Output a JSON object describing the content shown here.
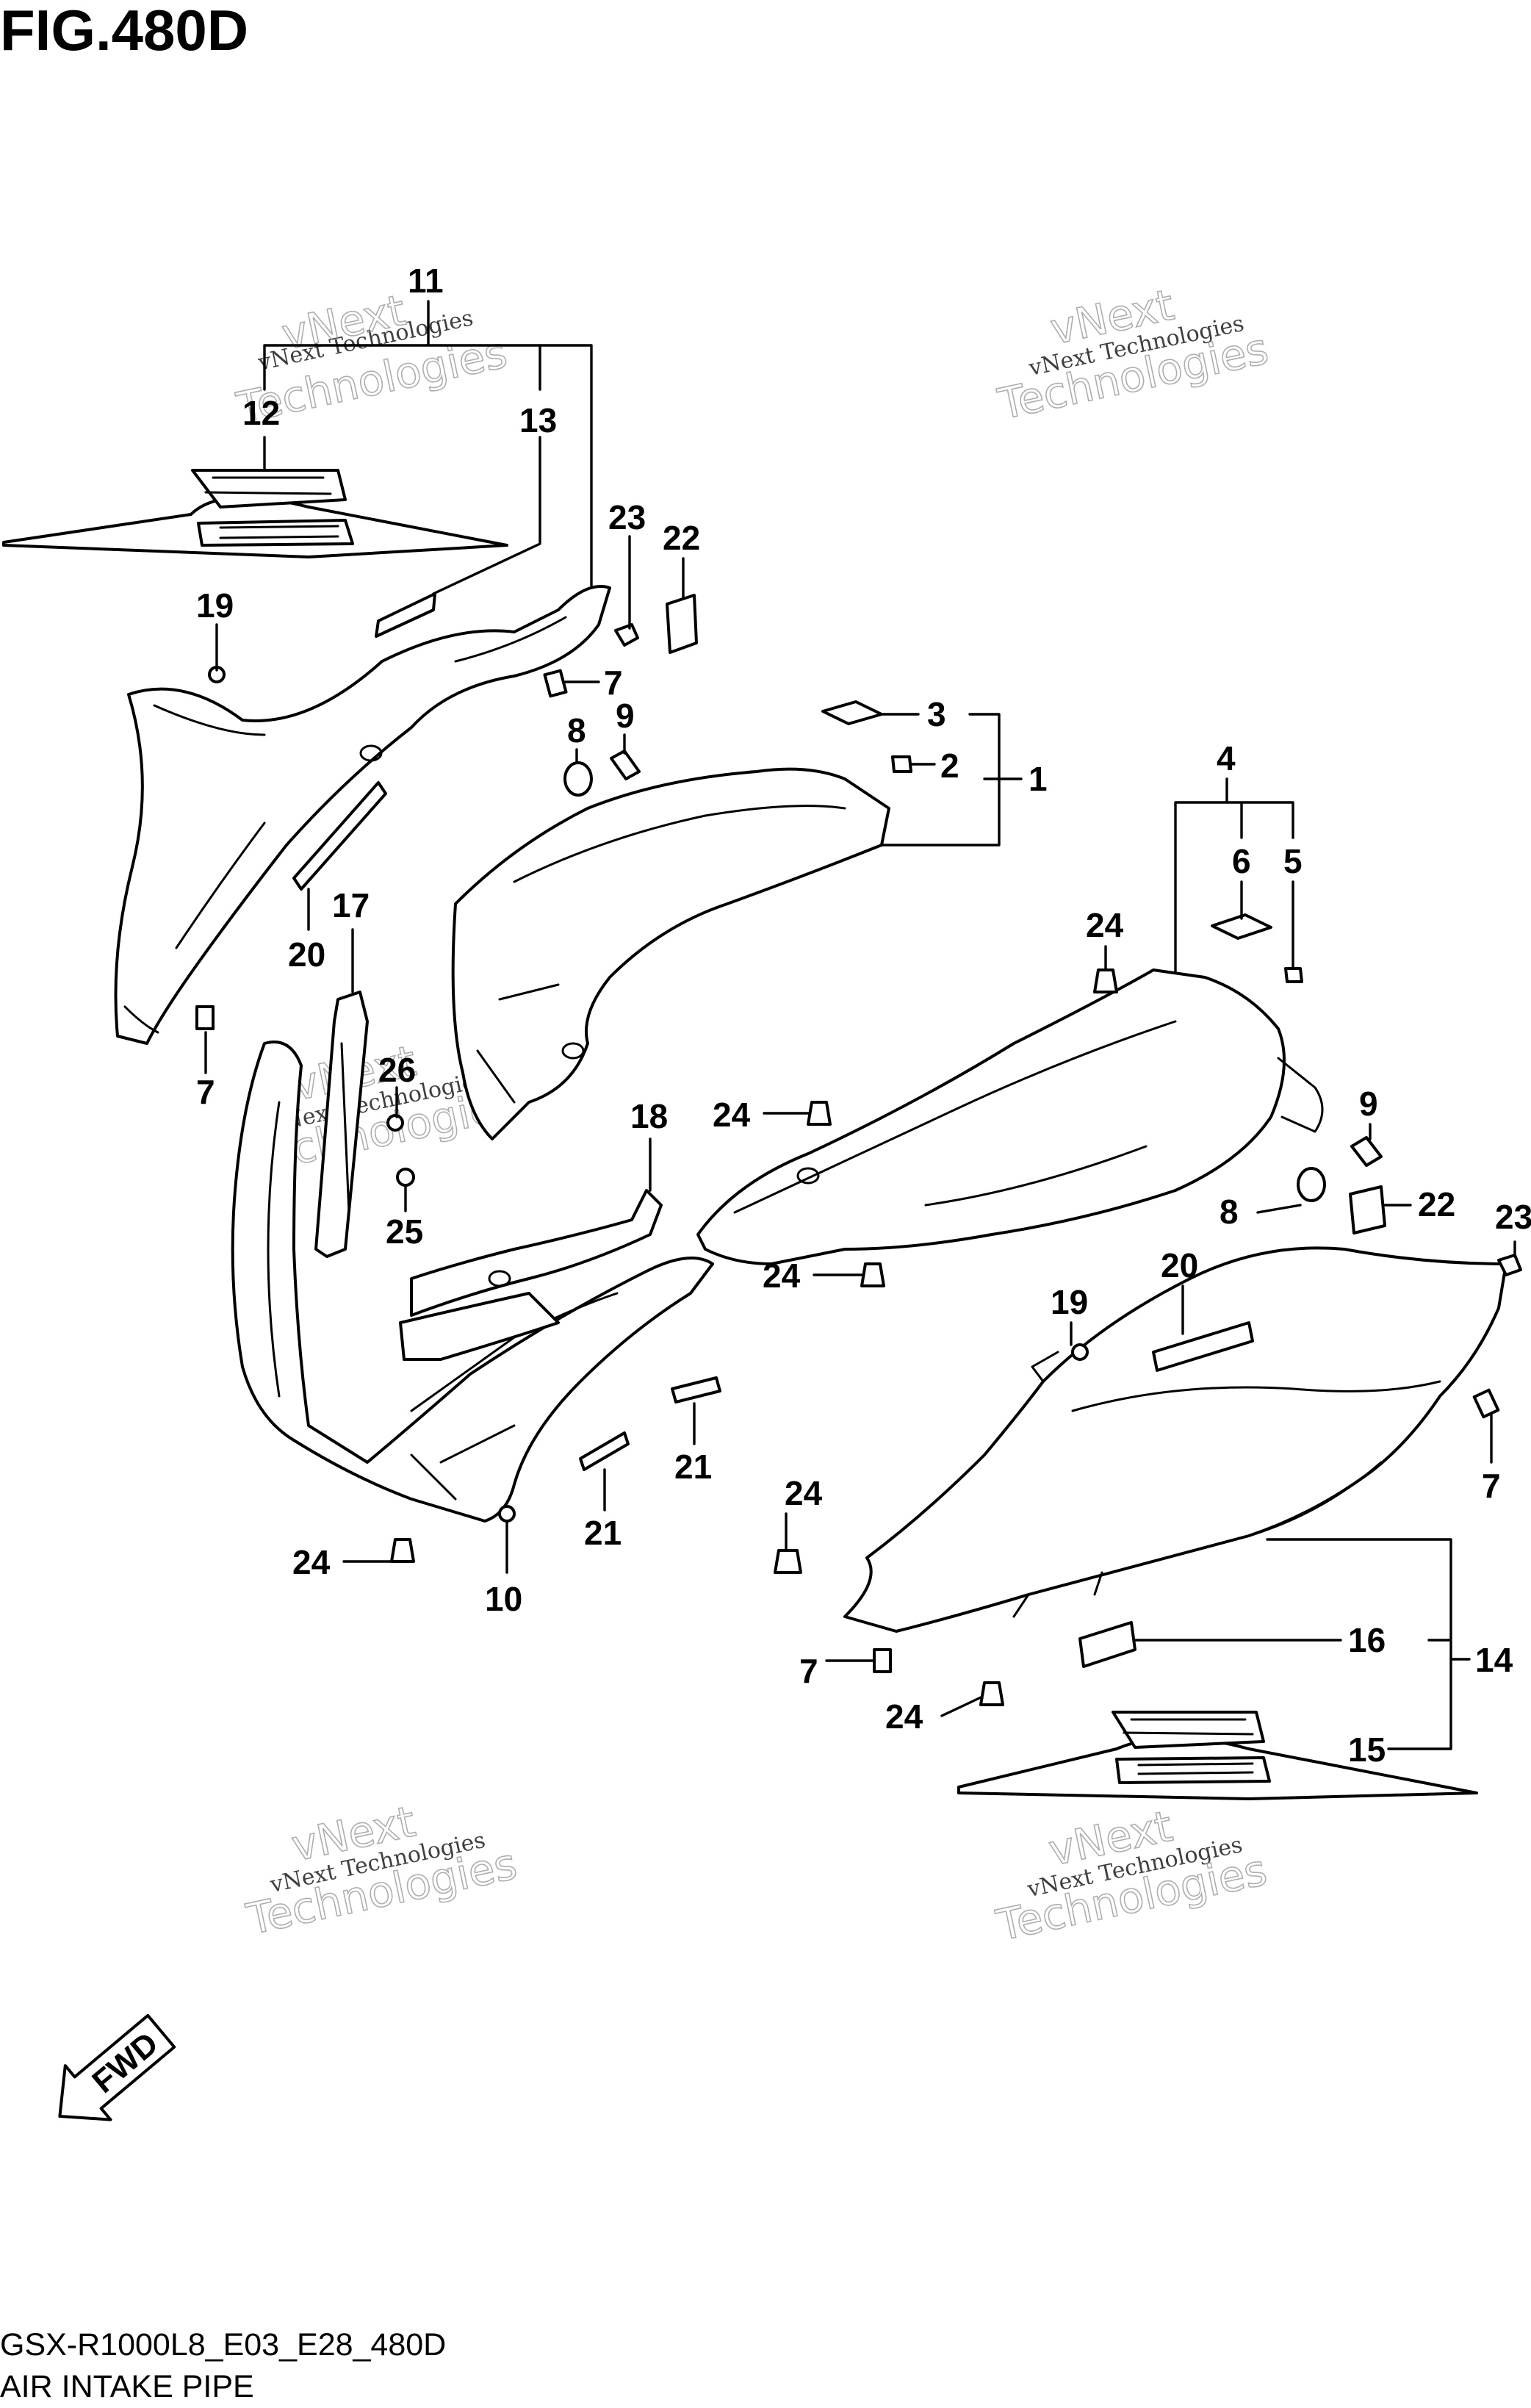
{
  "figure": {
    "title": "FIG.480D",
    "model_code": "GSX-R1000L8_E03_E28_480D",
    "section_name": "AIR INTAKE PIPE"
  },
  "direction_label": "FWD",
  "watermark": {
    "line1": "vNext Technologies",
    "line2_top": "vNext",
    "line2_bottom": "Technologies"
  },
  "callouts": [
    {
      "key": "c11",
      "label": "11"
    },
    {
      "key": "c12",
      "label": "12"
    },
    {
      "key": "c13",
      "label": "13"
    },
    {
      "key": "c23a",
      "label": "23"
    },
    {
      "key": "c22a",
      "label": "22"
    },
    {
      "key": "c19a",
      "label": "19"
    },
    {
      "key": "c7a",
      "label": "7"
    },
    {
      "key": "c8a",
      "label": "8"
    },
    {
      "key": "c9a",
      "label": "9"
    },
    {
      "key": "c3",
      "label": "3"
    },
    {
      "key": "c2",
      "label": "2"
    },
    {
      "key": "c1",
      "label": "1"
    },
    {
      "key": "c4",
      "label": "4"
    },
    {
      "key": "c6",
      "label": "6"
    },
    {
      "key": "c5",
      "label": "5"
    },
    {
      "key": "c20a",
      "label": "20"
    },
    {
      "key": "c17",
      "label": "17"
    },
    {
      "key": "c7b",
      "label": "7"
    },
    {
      "key": "c26",
      "label": "26"
    },
    {
      "key": "c25",
      "label": "25"
    },
    {
      "key": "c24a",
      "label": "24"
    },
    {
      "key": "c18",
      "label": "18"
    },
    {
      "key": "c24b",
      "label": "24"
    },
    {
      "key": "c9b",
      "label": "9"
    },
    {
      "key": "c8b",
      "label": "8"
    },
    {
      "key": "c22b",
      "label": "22"
    },
    {
      "key": "c23b",
      "label": "23"
    },
    {
      "key": "c20b",
      "label": "20"
    },
    {
      "key": "c24c",
      "label": "24"
    },
    {
      "key": "c19b",
      "label": "19"
    },
    {
      "key": "c7c",
      "label": "7"
    },
    {
      "key": "c21a",
      "label": "21"
    },
    {
      "key": "c21b",
      "label": "21"
    },
    {
      "key": "c24d",
      "label": "24"
    },
    {
      "key": "c10",
      "label": "10"
    },
    {
      "key": "c24e",
      "label": "24"
    },
    {
      "key": "c16",
      "label": "16"
    },
    {
      "key": "c14",
      "label": "14"
    },
    {
      "key": "c7d",
      "label": "7"
    },
    {
      "key": "c24f",
      "label": "24"
    },
    {
      "key": "c15",
      "label": "15"
    }
  ]
}
